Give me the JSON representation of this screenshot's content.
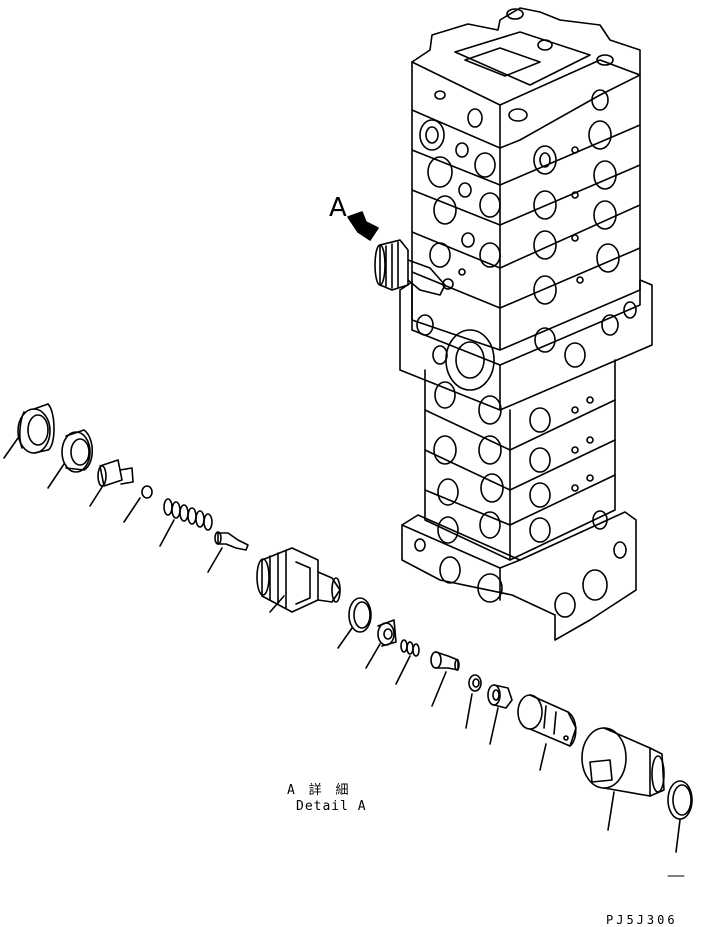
{
  "drawing": {
    "callout_letter": "A",
    "detail_title_jp": "A 詳 細",
    "detail_title_en": "Detail A",
    "drawing_code": "PJ5J306"
  },
  "colors": {
    "line": "#000000",
    "background": "#ffffff"
  },
  "parts": [
    "nut-large",
    "ring-cap",
    "plug-pilot",
    "ball",
    "spring",
    "needle-valve",
    "valve-body",
    "o-ring-large",
    "washer",
    "spring-small",
    "pin-piston",
    "ring-small",
    "sleeve-small",
    "piston-main",
    "cylinder-body",
    "o-ring-end"
  ]
}
